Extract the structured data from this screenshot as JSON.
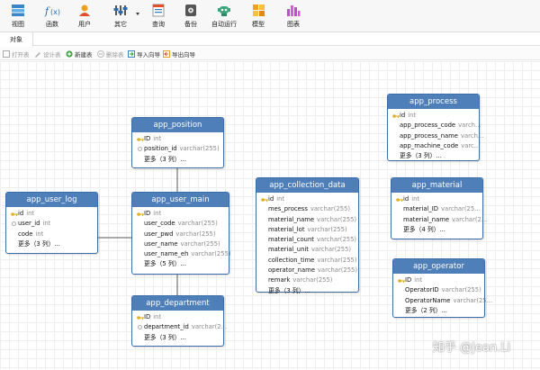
{
  "toolbar": [
    {
      "label": "视图",
      "icon": "view-icon"
    },
    {
      "label": "函数",
      "icon": "function-icon"
    },
    {
      "label": "用户",
      "icon": "user-icon"
    },
    {
      "label": "其它",
      "icon": "other-icon"
    },
    {
      "label": "查询",
      "icon": "query-icon"
    },
    {
      "label": "备份",
      "icon": "backup-icon"
    },
    {
      "label": "自动运行",
      "icon": "robot-icon"
    },
    {
      "label": "模型",
      "icon": "model-icon"
    },
    {
      "label": "图表",
      "icon": "chart-icon"
    }
  ],
  "tab": {
    "label": "对象"
  },
  "objbar": {
    "open": "打开表",
    "design": "设计表",
    "new": "新建表",
    "delete": "删除表",
    "import": "导入向导",
    "export": "导出向导"
  },
  "tables": {
    "app_position": {
      "title": "app_position",
      "rows": [
        {
          "name": "ID",
          "type": "int",
          "key": "pk"
        },
        {
          "name": "position_id",
          "type": "varchar(255)",
          "key": "fk"
        },
        {
          "name": "更多（3 列）...",
          "type": "",
          "key": ""
        }
      ]
    },
    "app_user_log": {
      "title": "app_user_log",
      "rows": [
        {
          "name": "id",
          "type": "int",
          "key": "pk"
        },
        {
          "name": "user_id",
          "type": "int",
          "key": "fk"
        },
        {
          "name": "code",
          "type": "int",
          "key": ""
        },
        {
          "name": "更多（3 列）...",
          "type": "",
          "key": ""
        }
      ]
    },
    "app_user_main": {
      "title": "app_user_main",
      "rows": [
        {
          "name": "ID",
          "type": "int",
          "key": "pk"
        },
        {
          "name": "user_code",
          "type": "varchar(255)",
          "key": ""
        },
        {
          "name": "user_pwd",
          "type": "varchar(255)",
          "key": ""
        },
        {
          "name": "user_name",
          "type": "varchar(255)",
          "key": ""
        },
        {
          "name": "user_name_eh",
          "type": "varchar(255)",
          "key": ""
        },
        {
          "name": "更多（5 列）...",
          "type": "",
          "key": ""
        }
      ]
    },
    "app_department": {
      "title": "app_department",
      "rows": [
        {
          "name": "ID",
          "type": "int",
          "key": "pk"
        },
        {
          "name": "department_id",
          "type": "varchar(2...",
          "key": "fk"
        },
        {
          "name": "更多（3 列）...",
          "type": "",
          "key": ""
        }
      ]
    },
    "app_collection_data": {
      "title": "app_collection_data",
      "rows": [
        {
          "name": "id",
          "type": "int",
          "key": "pk"
        },
        {
          "name": "mes_process",
          "type": "varchar(255)",
          "key": ""
        },
        {
          "name": "material_name",
          "type": "varchar(255)",
          "key": ""
        },
        {
          "name": "material_lot",
          "type": "varchar(255)",
          "key": ""
        },
        {
          "name": "material_count",
          "type": "varchar(255)",
          "key": ""
        },
        {
          "name": "material_unit",
          "type": "varchar(255)",
          "key": ""
        },
        {
          "name": "collection_time",
          "type": "varchar(255)",
          "key": ""
        },
        {
          "name": "operator_name",
          "type": "varchar(255)",
          "key": ""
        },
        {
          "name": "remark",
          "type": "varchar(255)",
          "key": ""
        },
        {
          "name": "更多（3 列）...",
          "type": "",
          "key": ""
        }
      ]
    },
    "app_process": {
      "title": "app_process",
      "rows": [
        {
          "name": "id",
          "type": "int",
          "key": "pk"
        },
        {
          "name": "app_process_code",
          "type": "varch...",
          "key": ""
        },
        {
          "name": "app_process_name",
          "type": "varch...",
          "key": ""
        },
        {
          "name": "app_machine_code",
          "type": "varc...",
          "key": ""
        },
        {
          "name": "更多（3 列）...",
          "type": "",
          "key": ""
        }
      ]
    },
    "app_material": {
      "title": "app_material",
      "rows": [
        {
          "name": "id",
          "type": "int",
          "key": "pk"
        },
        {
          "name": "material_ID",
          "type": "varchar(25...",
          "key": ""
        },
        {
          "name": "material_name",
          "type": "varchar(2...",
          "key": ""
        },
        {
          "name": "更多（4 列）...",
          "type": "",
          "key": ""
        }
      ]
    },
    "app_operator": {
      "title": "app_operator",
      "rows": [
        {
          "name": "ID",
          "type": "int",
          "key": "pk"
        },
        {
          "name": "OperatorID",
          "type": "varchar(255)",
          "key": ""
        },
        {
          "name": "OperatorName",
          "type": "varchar(25...",
          "key": ""
        },
        {
          "name": "更多（2 列）...",
          "type": "",
          "key": ""
        }
      ]
    }
  },
  "watermark": "知乎 @Jean.Li",
  "colors": {
    "header": "#4f7fb9",
    "border": "#3b6ea8",
    "grid": "#eeeeee"
  }
}
